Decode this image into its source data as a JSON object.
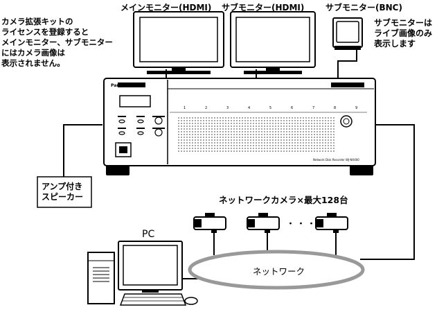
{
  "labels": {
    "main_monitor": "メインモニター(HDMI)",
    "sub_monitor_hdmi": "サブモニター(HDMI)",
    "sub_monitor_bnc": "サブモニター(BNC)",
    "camera_count": "ネットワークカメラ×最大128台",
    "pc": "PC",
    "network": "ネットワーク",
    "ellipsis": "・・・"
  },
  "license_note": {
    "lines": [
      "カメラ拡張キットの",
      "ライセンスを登録すると",
      "メインモニター、サブモニター",
      "にはカメラ画像は",
      "表示されません。"
    ]
  },
  "bnc_note": {
    "lines": [
      "サブモニターは",
      "ライブ画像のみ",
      "表示します"
    ]
  },
  "speaker": {
    "lines": [
      "アンプ付き",
      "スピーカー"
    ]
  },
  "recorder": {
    "brand": "Panasonic",
    "model": "Network Disk Recorder WJ-NX400",
    "slot_numbers": [
      "1",
      "2",
      "3",
      "4",
      "5",
      "6",
      "7",
      "8",
      "9"
    ]
  }
}
